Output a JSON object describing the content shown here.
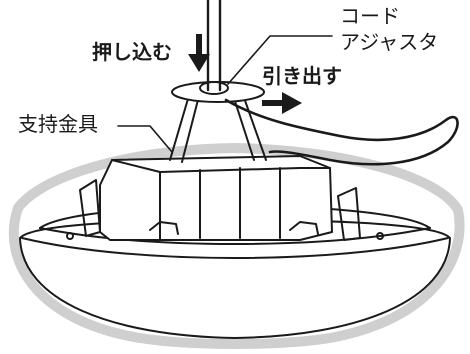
{
  "labels": {
    "cord_adjuster_line1": "コード",
    "cord_adjuster_line2": "アジャスタ",
    "push_in": "押し込む",
    "pull_out": "引き出す",
    "support_bracket": "支持金具"
  },
  "colors": {
    "ink": "#1a1a1a",
    "paper": "#ffffff",
    "outline_halo": "#cfcfcf"
  }
}
